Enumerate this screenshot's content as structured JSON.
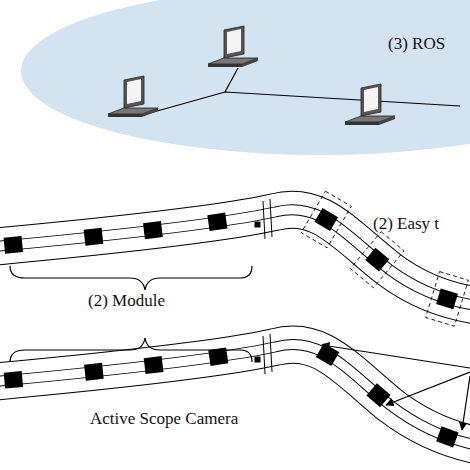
{
  "diagram": {
    "nodes": [
      {
        "text": [
          "(3) ROS"
        ]
      }
    ],
    "labels": [
      "(2) Easy t",
      "(2) Module",
      "Active Scope Camera"
    ]
  }
}
